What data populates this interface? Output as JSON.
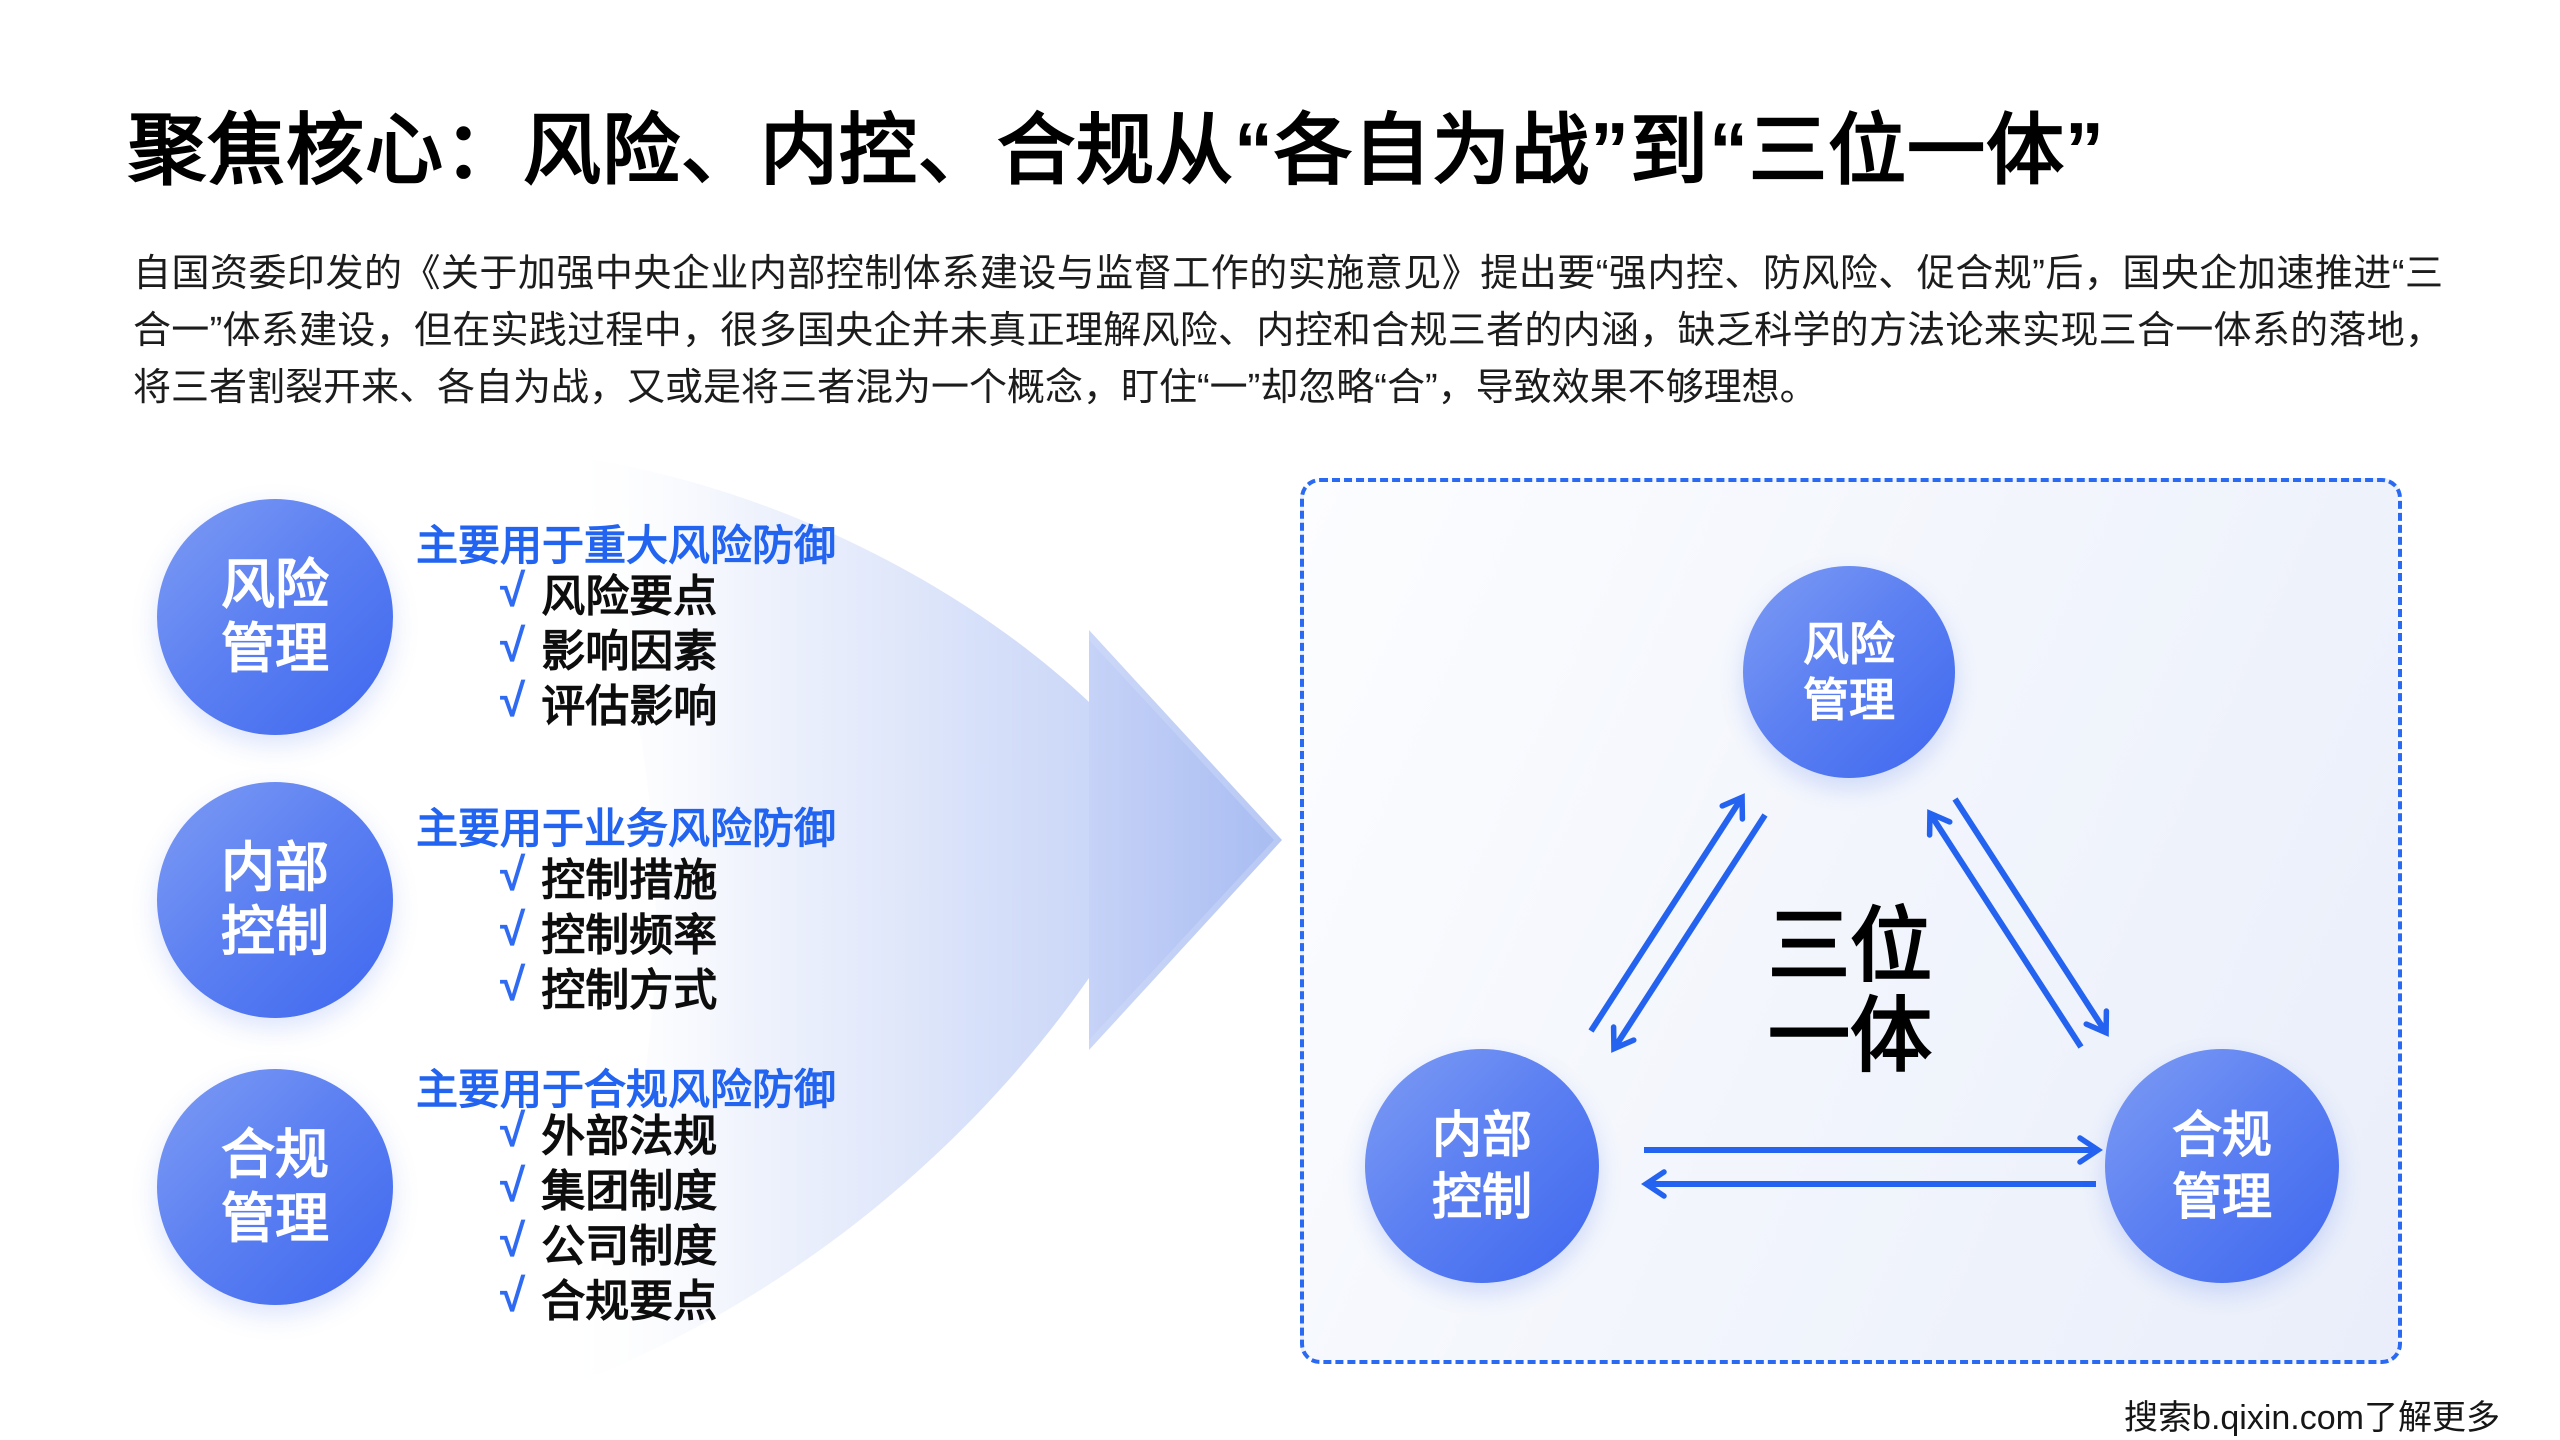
{
  "title": "聚焦核心：风险、内控、合规从“各自为战”到“三位一体”",
  "intro": "自国资委印发的《关于加强中央企业内部控制体系建设与监督工作的实施意见》提出要“强内控、防风险、促合规”后，国央企加速推进“三合一”体系建设，但在实践过程中，很多国央企并未真正理解风险、内控和合规三者的内涵，缺乏科学的方法论来实现三合一体系的落地，将三者割裂开来、各自为战，又或是将三者混为一个概念，盯住“一”却忽略“合”，导致效果不够理想。",
  "check_glyph": "√",
  "left_blocks": [
    {
      "circle_lines": [
        "风险",
        "管理"
      ],
      "heading": "主要用于重大风险防御",
      "items": [
        "风险要点",
        "影响因素",
        "评估影响"
      ]
    },
    {
      "circle_lines": [
        "内部",
        "控制"
      ],
      "heading": "主要用于业务风险防御",
      "items": [
        "控制措施",
        "控制频率",
        "控制方式"
      ]
    },
    {
      "circle_lines": [
        "合规",
        "管理"
      ],
      "heading": "主要用于合规风险防御",
      "items": [
        "外部法规",
        "集团制度",
        "公司制度",
        "合规要点"
      ]
    }
  ],
  "diagram": {
    "top_circle_lines": [
      "风险",
      "管理"
    ],
    "left_circle_lines": [
      "内部",
      "控制"
    ],
    "right_circle_lines": [
      "合规",
      "管理"
    ],
    "center_lines": [
      "三位",
      "一体"
    ]
  },
  "footer": "搜索b.qixin.com了解更多",
  "colors": {
    "accent_blue": "#2462f0",
    "heading_blue": "#2263f0",
    "circle_gradient_start": "#7e9cf4",
    "circle_gradient_end": "#3e67ef",
    "panel_border": "#2a69f1",
    "arrow_fill_light": "#eef2fc",
    "arrow_fill_deep": "#b6c7f4",
    "text_black": "#111111"
  }
}
